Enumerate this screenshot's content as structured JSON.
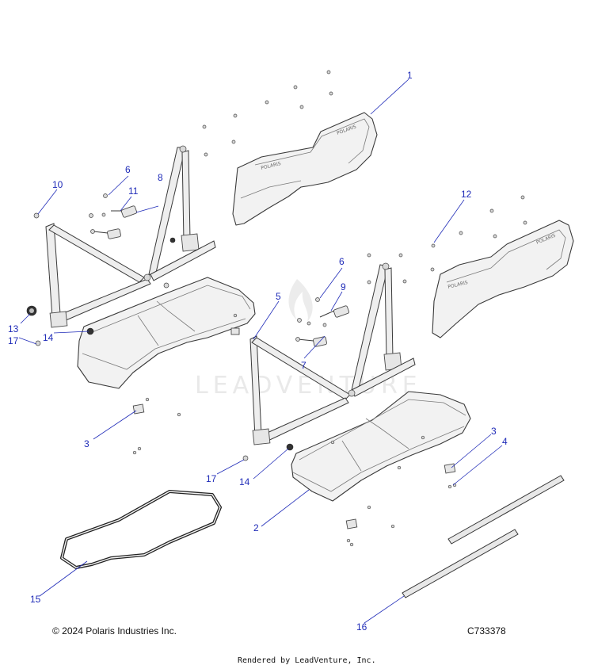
{
  "watermark": {
    "text": "LEADVENTURE"
  },
  "brand_mark": "POLARIS",
  "callouts": {
    "c1": "1",
    "c2": "2",
    "c3a": "3",
    "c3b": "3",
    "c4": "4",
    "c5": "5",
    "c6a": "6",
    "c6b": "6",
    "c7": "7",
    "c8": "8",
    "c9": "9",
    "c10": "10",
    "c11": "11",
    "c12": "12",
    "c13": "13",
    "c14a": "14",
    "c14b": "14",
    "c15": "15",
    "c16": "16",
    "c17a": "17",
    "c17b": "17"
  },
  "footer": {
    "copyright": "© 2024 Polaris Industries Inc.",
    "diagram_code": "C733378",
    "rendered_by": "Rendered by LeadVenture, Inc."
  },
  "colors": {
    "callout": "#1f2bb8",
    "line": "#3a3a3a"
  }
}
